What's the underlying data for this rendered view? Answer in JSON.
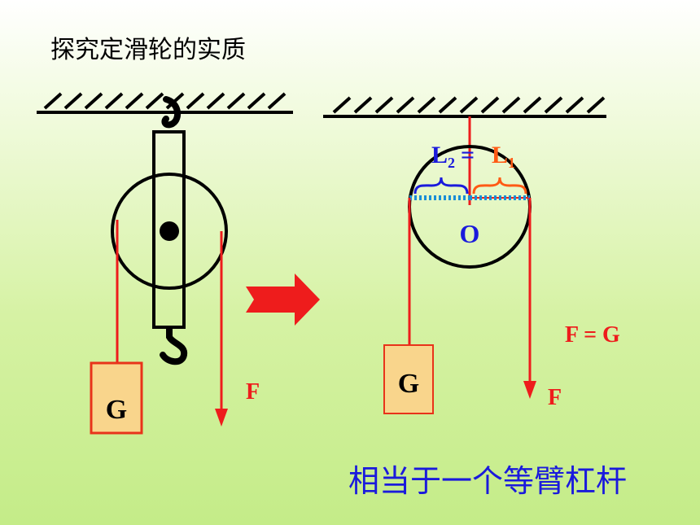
{
  "title": "探究定滑轮的实质",
  "left": {
    "weight_label": "G",
    "force_label": "F"
  },
  "right": {
    "arm_left": "L",
    "arm_left_sub": "2",
    "equals": "=",
    "arm_right": "L",
    "arm_right_sub": "1",
    "center_label": "O",
    "weight_label": "G",
    "force_label": "F",
    "equation": "F = G"
  },
  "conclusion": "相当于一个等臂杠杆",
  "colors": {
    "rope": "#ee1c1c",
    "arrow": "#ee1c1c",
    "weight_fill": "#f9d58c",
    "weight_border": "#e8331a",
    "blue": "#1a1adc",
    "orange": "#ff5a14",
    "dotted": "#1a8fd6"
  }
}
